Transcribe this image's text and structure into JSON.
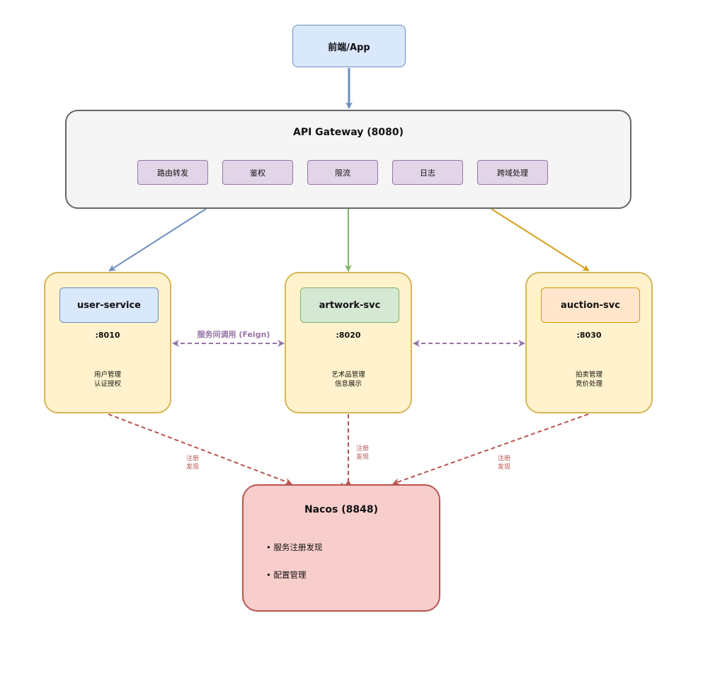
{
  "frontend": {
    "label": "前端/App"
  },
  "gateway": {
    "title": "API Gateway (8080)",
    "features": [
      "路由转发",
      "鉴权",
      "限流",
      "日志",
      "跨域处理"
    ]
  },
  "services": [
    {
      "name": "user-service",
      "port": ":8010",
      "desc": [
        "用户管理",
        "认证授权"
      ]
    },
    {
      "name": "artwork-svc",
      "port": ":8020",
      "desc": [
        "艺术品管理",
        "信息展示"
      ]
    },
    {
      "name": "auction-svc",
      "port": ":8030",
      "desc": [
        "拍卖管理",
        "竞价处理"
      ]
    }
  ],
  "edge_labels": {
    "feign": "服务间调用 (Feign)",
    "register": [
      "注册",
      "发现"
    ]
  },
  "nacos": {
    "title": "Nacos (8848)",
    "items": [
      "• 服务注册发现",
      "• 配置管理"
    ]
  },
  "colors": {
    "frontend_fill": "#dae8fc",
    "frontend_stroke": "#6c8ebf",
    "gateway_fill": "#f5f5f5",
    "gateway_stroke": "#666666",
    "feature_fill": "#e1d5e7",
    "feature_stroke": "#9673a6",
    "service_fill": "#fff2cc",
    "service_stroke": "#d6b656",
    "user_fill": "#dae8fc",
    "user_stroke": "#6c8ebf",
    "artwork_fill": "#d5e8d4",
    "artwork_stroke": "#82b366",
    "auction_fill": "#ffe6cc",
    "auction_stroke": "#d79b00",
    "nacos_fill": "#f8cecc",
    "nacos_stroke": "#b85450",
    "edge_blue": "#6c8ebf",
    "edge_green": "#82b366",
    "edge_orange": "#d6a11a",
    "edge_purple": "#9673a6",
    "edge_red": "#b85450"
  }
}
